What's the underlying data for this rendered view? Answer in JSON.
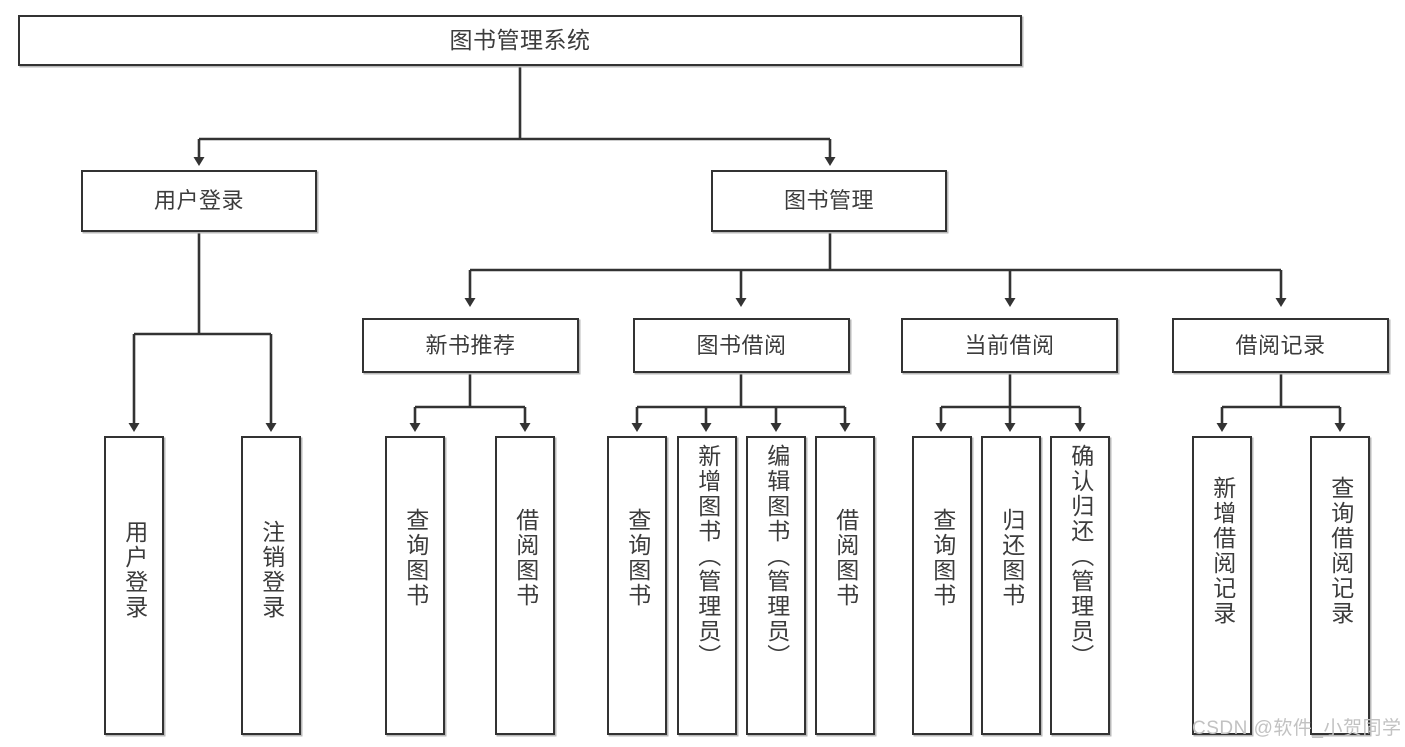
{
  "diagram": {
    "title": "图书管理系统",
    "type": "tree-hierarchy-chart",
    "watermark": "CSDN @软件_小贺同学",
    "colors": {
      "stroke": "#333333",
      "fill": "#ffffff",
      "text": "#3c3c3c",
      "shadow": "#b9b9b9",
      "watermark": "#c2c2c2"
    },
    "levels": {
      "root": {
        "label": "图书管理系统"
      },
      "level2": [
        {
          "id": "user-login",
          "label": "用户登录"
        },
        {
          "id": "book-management",
          "label": "图书管理"
        }
      ],
      "level3": [
        {
          "id": "new-book-recommend",
          "label": "新书推荐"
        },
        {
          "id": "book-borrow",
          "label": "图书借阅"
        },
        {
          "id": "current-borrow",
          "label": "当前借阅"
        },
        {
          "id": "borrow-record",
          "label": "借阅记录"
        }
      ],
      "leaves": {
        "user-login": [
          {
            "id": "leaf-user-login",
            "label": "用户登录"
          },
          {
            "id": "leaf-logout-login",
            "label": "注销登录"
          }
        ],
        "new-book-recommend": [
          {
            "id": "leaf-query-book-1",
            "label": "查询图书"
          },
          {
            "id": "leaf-borrow-book-1",
            "label": "借阅图书"
          }
        ],
        "book-borrow": [
          {
            "id": "leaf-query-book-2",
            "label": "查询图书"
          },
          {
            "id": "leaf-add-book-admin",
            "label": "新增图书（管理员）"
          },
          {
            "id": "leaf-edit-book-admin",
            "label": "编辑图书（管理员）"
          },
          {
            "id": "leaf-borrow-book-2",
            "label": "借阅图书"
          }
        ],
        "current-borrow": [
          {
            "id": "leaf-query-book-3",
            "label": "查询图书"
          },
          {
            "id": "leaf-return-book",
            "label": "归还图书"
          },
          {
            "id": "leaf-confirm-return-admin",
            "label": "确认归还（管理员）"
          }
        ],
        "borrow-record": [
          {
            "id": "leaf-add-borrow-record",
            "label": "新增借阅记录"
          },
          {
            "id": "leaf-query-borrow-record",
            "label": "查询借阅记录"
          }
        ]
      }
    }
  }
}
